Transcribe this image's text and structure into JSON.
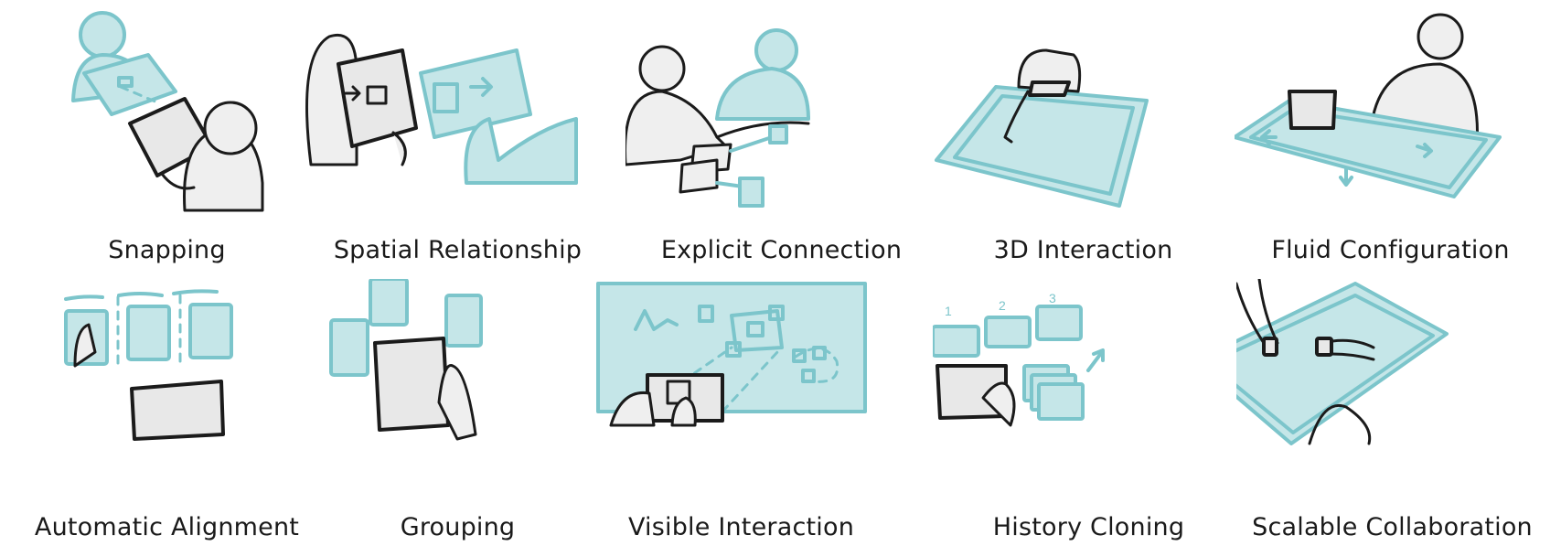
{
  "panels": [
    {
      "id": "snapping",
      "caption": "Snapping"
    },
    {
      "id": "spatial-relationship",
      "caption": "Spatial Relationship"
    },
    {
      "id": "explicit-connection",
      "caption": "Explicit Connection"
    },
    {
      "id": "3d-interaction",
      "caption": "3D Interaction"
    },
    {
      "id": "fluid-configuration",
      "caption": "Fluid Configuration"
    },
    {
      "id": "automatic-alignment",
      "caption": "Automatic Alignment"
    },
    {
      "id": "grouping",
      "caption": "Grouping"
    },
    {
      "id": "visible-interaction",
      "caption": "Visible Interaction"
    },
    {
      "id": "history-cloning",
      "caption": "History Cloning"
    },
    {
      "id": "scalable-collaboration",
      "caption": "Scalable Collaboration"
    }
  ],
  "history_steps": [
    "1",
    "2",
    "3"
  ],
  "colors": {
    "accent": "#7cc5cb",
    "accent_fill": "#c5e6e8",
    "ink": "#1b1b1b",
    "skin": "#efefef"
  }
}
